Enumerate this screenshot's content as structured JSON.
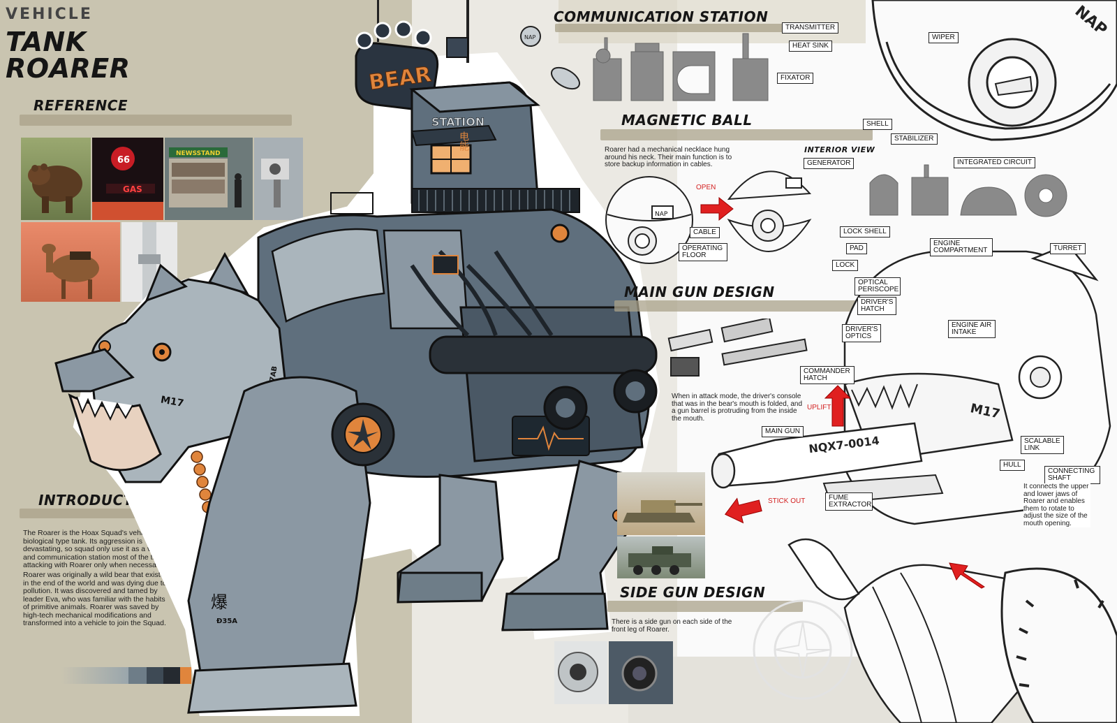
{
  "header": {
    "category": "VEHICLE",
    "title_line1": "TANK",
    "title_line2": "ROARER"
  },
  "sections": {
    "reference": "REFERENCE",
    "introduction": "INTRODUCT",
    "communication_station": "COMMUNICATION STATION",
    "magnetic_ball": "MAGNETIC BALL",
    "main_gun_design": "MAIN GUN DESIGN",
    "side_gun_design": "SIDE GUN DESIGN",
    "interior_view": "INTERIOR VIEW"
  },
  "introduction_text": {
    "p1": "The Roarer is the Hoax Squad's vehicle and biological type tank. Its aggression is devastating, so squad only use it as a vehicle and communication station most of the time, attacking with Roarer only when necessary.",
    "p2": "Roarer was originally a wild bear that existed in the end of the world and was dying due to pollution. It was discovered and tamed by leader Eva, who was familiar with the habits of primitive animals. Roarer was saved by high-tech mechanical modifications and transformed into a vehicle to join the Squad."
  },
  "magnetic_ball_text": "Roarer had a mechanical necklace hung around his neck. Their main function is to store backup information in cables.",
  "main_gun_text": "When in attack mode, the driver's console that was in the bear's mouth is folded, and a gun barrel is protruding from the inside the mouth.",
  "side_gun_text": "There is a side gun on each side of the front leg of Roarer.",
  "connecting_shaft_text": "It connects the upper and lower jaws of Roarer and enables them to rotate to adjust the size of the mouth opening.",
  "comm_labels": {
    "transmitter": "TRANSMITTER",
    "heat_sink": "HEAT SINK",
    "fixator": "FIXATOR",
    "wiper": "WIPER",
    "shell": "SHELL",
    "stabilizer": "STABILIZER",
    "integrated_circuit": "INTEGRATED CIRCUIT"
  },
  "ball_labels": {
    "generator": "GENERATOR",
    "open": "OPEN",
    "cable": "CABLE",
    "operating_floor": "OPERATING FLOOR",
    "lock_shell": "LOCK SHELL",
    "pad": "PAD",
    "lock": "LOCK"
  },
  "gun_labels": {
    "engine_compartment": "ENGINE COMPARTMENT",
    "turret": "TURRET",
    "optical_periscope": "OPTICAL PERISCOPE",
    "drivers_hatch": "DRIVER'S HATCH",
    "drivers_optics": "DRIVER'S OPTICS",
    "engine_air_intake": "ENGINE AIR INTAKE",
    "commander_hatch": "COMMANDER HATCH",
    "uplift": "UPLIFT",
    "main_gun": "MAIN GUN",
    "scalable_link": "SCALABLE LINK",
    "hull": "HULL",
    "connecting_shaft": "CONNECTING SHAFT",
    "fume_extractor": "FUME EXTRACTOR",
    "stick_out": "STICK OUT"
  },
  "markings": {
    "bear_sign": "BEAR",
    "station_sign": "STATION",
    "nap": "NAP",
    "gun_serial": "NQX7-0014",
    "m17": "M17",
    "b17ab": "B17AB",
    "d35a": "Ð35A",
    "dian_neng": "电能",
    "bao": "爆",
    "route_66": "66",
    "gas": "GAS",
    "newsstand": "NEWSSTAND"
  },
  "palette": [
    "#9aa6ac",
    "#6e7d88",
    "#3e4a55",
    "#252a30",
    "#e0853c"
  ],
  "colors": {
    "background_beige": "#c9c4b0",
    "ink": "#151515",
    "accent_orange": "#e0853c",
    "accent_red": "#d32020",
    "metal_blue": "#5f6f7d"
  }
}
